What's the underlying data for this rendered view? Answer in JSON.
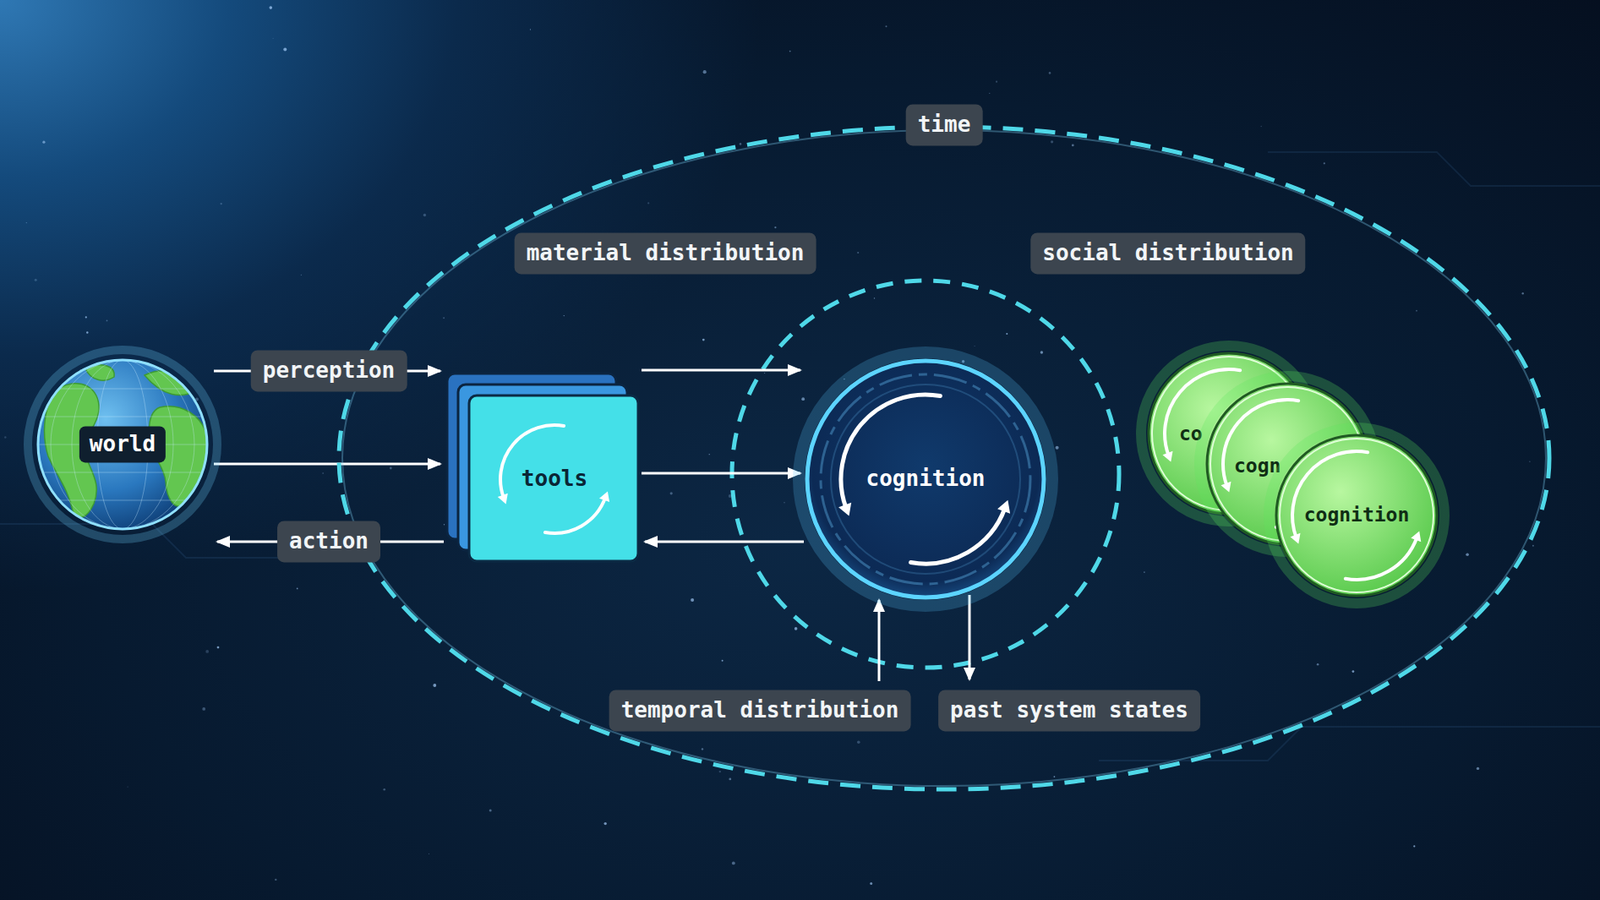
{
  "diagram": {
    "nodes": [
      {
        "text": [
          "time"
        ]
      },
      {
        "text": [
          "world"
        ]
      },
      {
        "text": [
          "tools"
        ],
        "in": 0
      },
      {
        "text": [
          "cognition"
        ],
        "in": 0
      },
      {
        "text": [
          "co"
        ],
        "in": 0
      },
      {
        "text": [
          "cogn"
        ],
        "in": 0
      },
      {
        "text": [
          "cognition"
        ],
        "in": 0
      }
    ],
    "edges": [
      {
        "from": 1,
        "to": 2,
        "label": "perception",
        "arrow": "to"
      },
      {
        "from": 1,
        "to": 2,
        "arrow": "to"
      },
      {
        "from": 2,
        "to": 1,
        "label": "action",
        "arrow": "to"
      },
      {
        "from": 2,
        "to": 3,
        "arrow": "to"
      },
      {
        "from": 2,
        "to": 3,
        "arrow": "to"
      },
      {
        "from": 3,
        "to": 2,
        "arrow": "to"
      }
    ],
    "labels": [
      "material distribution",
      "social distribution",
      "temporal distribution",
      "past system states"
    ]
  }
}
